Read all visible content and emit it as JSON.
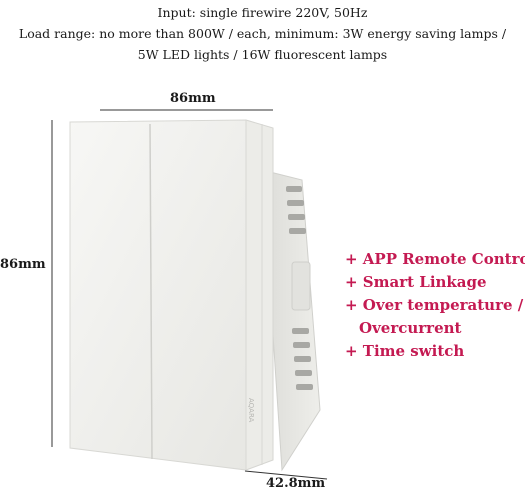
{
  "specs": [
    "Input: single firewire 220V, 50Hz",
    "Load range: no more than 800W / each, minimum: 3W energy saving lamps /",
    "5W LED lights / 16W fluorescent lamps"
  ],
  "dimensions": {
    "width": "86mm",
    "height": "86mm",
    "depth": "42.8mm"
  },
  "features": [
    "+ APP Remote Control",
    "+ Smart Linkage",
    "+ Over temperature /",
    "Overcurrent",
    "+ Time switch"
  ],
  "brand": "AQARA"
}
